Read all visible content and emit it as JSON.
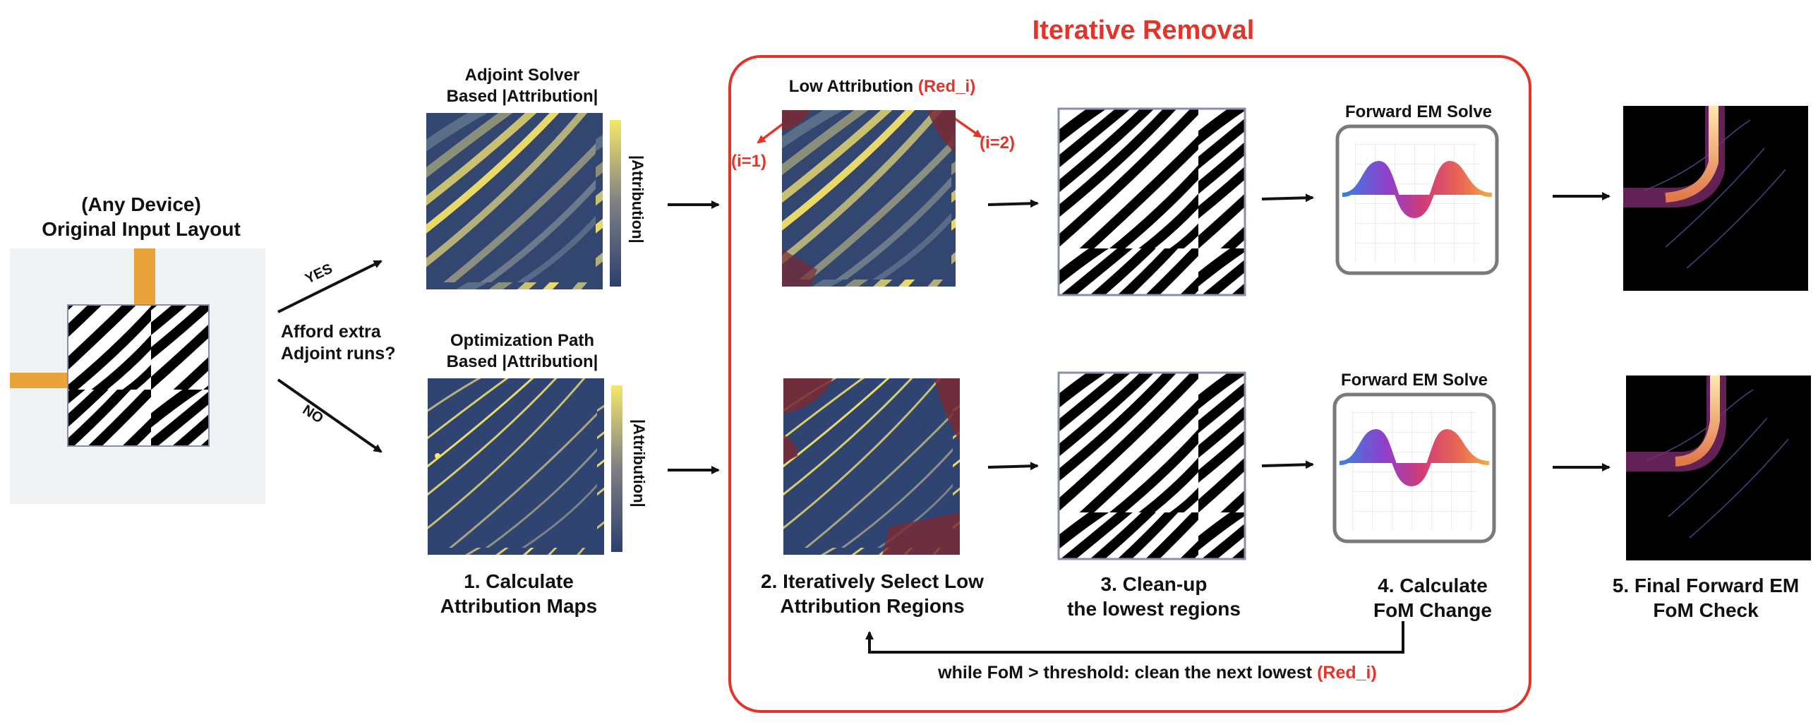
{
  "colors": {
    "accent_red": "#e3342a",
    "waveguide_orange": "#e8a43a",
    "attribution_low": "#2c3f6e",
    "attribution_high": "#f2e66a",
    "frame_gray": "#7a7a7a"
  },
  "input": {
    "title_line1": "(Any Device)",
    "title_line2": "Original Input Layout"
  },
  "decision": {
    "question_line1": "Afford extra",
    "question_line2": "Adjoint runs?",
    "yes": "YES",
    "no": "NO"
  },
  "maps": {
    "top_title_line1": "Adjoint Solver",
    "top_title_line2": "Based |Attribution|",
    "bottom_title_line1": "Optimization Path",
    "bottom_title_line2": "Based |Attribution|",
    "colorbar_label": "|Attribution|",
    "step1_line1": "1. Calculate",
    "step1_line2": "Attribution Maps"
  },
  "removal": {
    "title": "Iterative Removal",
    "low_attr_prefix": "Low Attribution",
    "low_attr_red": "(Red_i)",
    "i1": "(i=1)",
    "i2": "(i=2)",
    "step2_line1": "2. Iteratively Select Low",
    "step2_line2": "Attribution Regions",
    "step3_line1": "3. Clean-up",
    "step3_line2": "the lowest regions",
    "step4_line1": "4. Calculate",
    "step4_line2": "FoM Change",
    "forward_solve_top": "Forward EM Solve",
    "forward_solve_bottom": "Forward EM Solve",
    "loop_text": "while FoM > threshold: clean the next lowest",
    "loop_red": "(Red_i)"
  },
  "final": {
    "step5_line1": "5. Final Forward EM",
    "step5_line2": "FoM Check"
  }
}
